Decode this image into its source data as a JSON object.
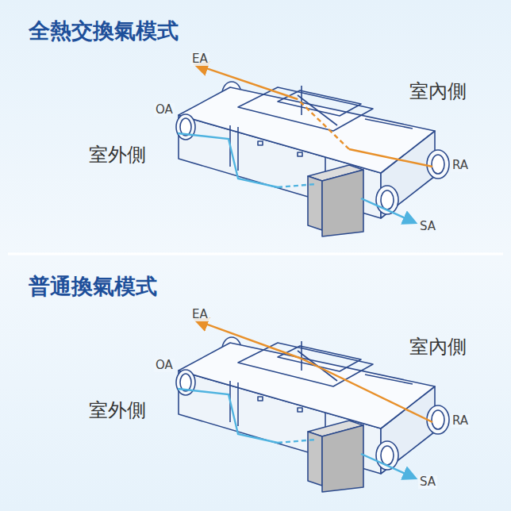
{
  "diagram": {
    "labels": [
      "全熱交換氣模式",
      "EA",
      "室內側",
      "OA",
      "室外側",
      "RA",
      "SA",
      "普通換氣模式",
      "EA",
      "室內側",
      "OA",
      "室外側",
      "RA",
      "SA"
    ]
  }
}
